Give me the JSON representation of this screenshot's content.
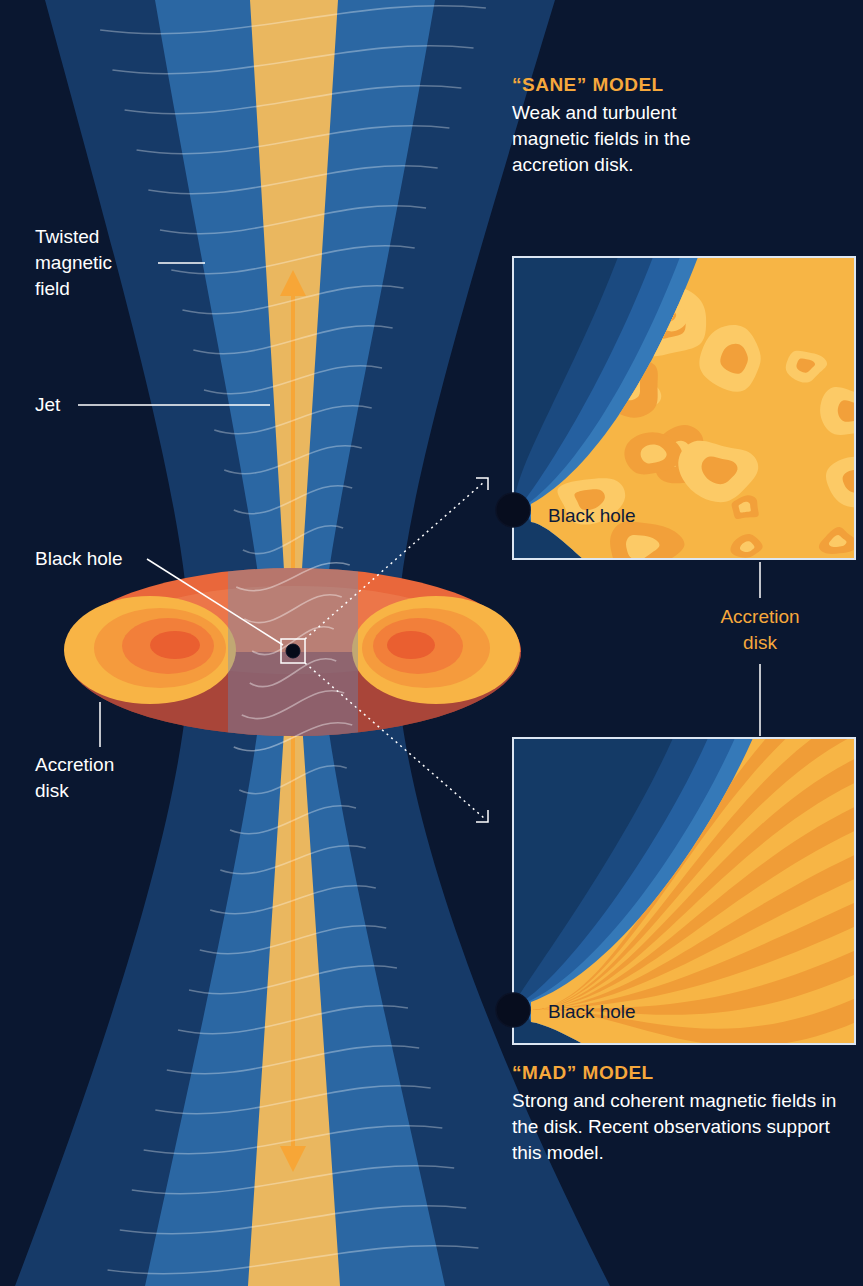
{
  "diagram": {
    "nodes": [
      {
        "text": [
          "“SANE” MODEL",
          "Weak and turbulent magnetic fields in the accretion disk.",
          "Black hole"
        ]
      },
      {
        "text": [
          "Black hole",
          "“MAD” MODEL",
          "Strong and coherent magnetic fields in the disk. Recent observations support this model."
        ]
      }
    ],
    "labels": [
      "Twisted magnetic field",
      "Jet",
      "Black hole",
      "Accretion disk",
      "Accretion disk"
    ]
  }
}
